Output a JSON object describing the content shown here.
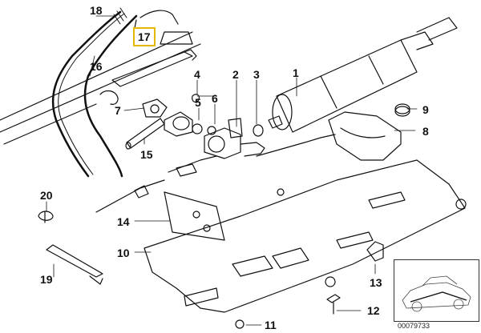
{
  "diagram": {
    "callouts": {
      "c1": "1",
      "c2": "2",
      "c3": "3",
      "c4": "4",
      "c5": "5",
      "c6": "6",
      "c7": "7",
      "c8": "8",
      "c9": "9",
      "c10": "10",
      "c11": "11",
      "c12": "12",
      "c13": "13",
      "c14": "14",
      "c15": "15",
      "c16": "16",
      "c17": "17",
      "c18": "18",
      "c19": "19",
      "c20": "20"
    },
    "highlighted_callout": "17",
    "highlight_color": "#e8b800",
    "line_color": "#111111",
    "part_number": "00079733",
    "inset_subject": "car-silhouette"
  }
}
